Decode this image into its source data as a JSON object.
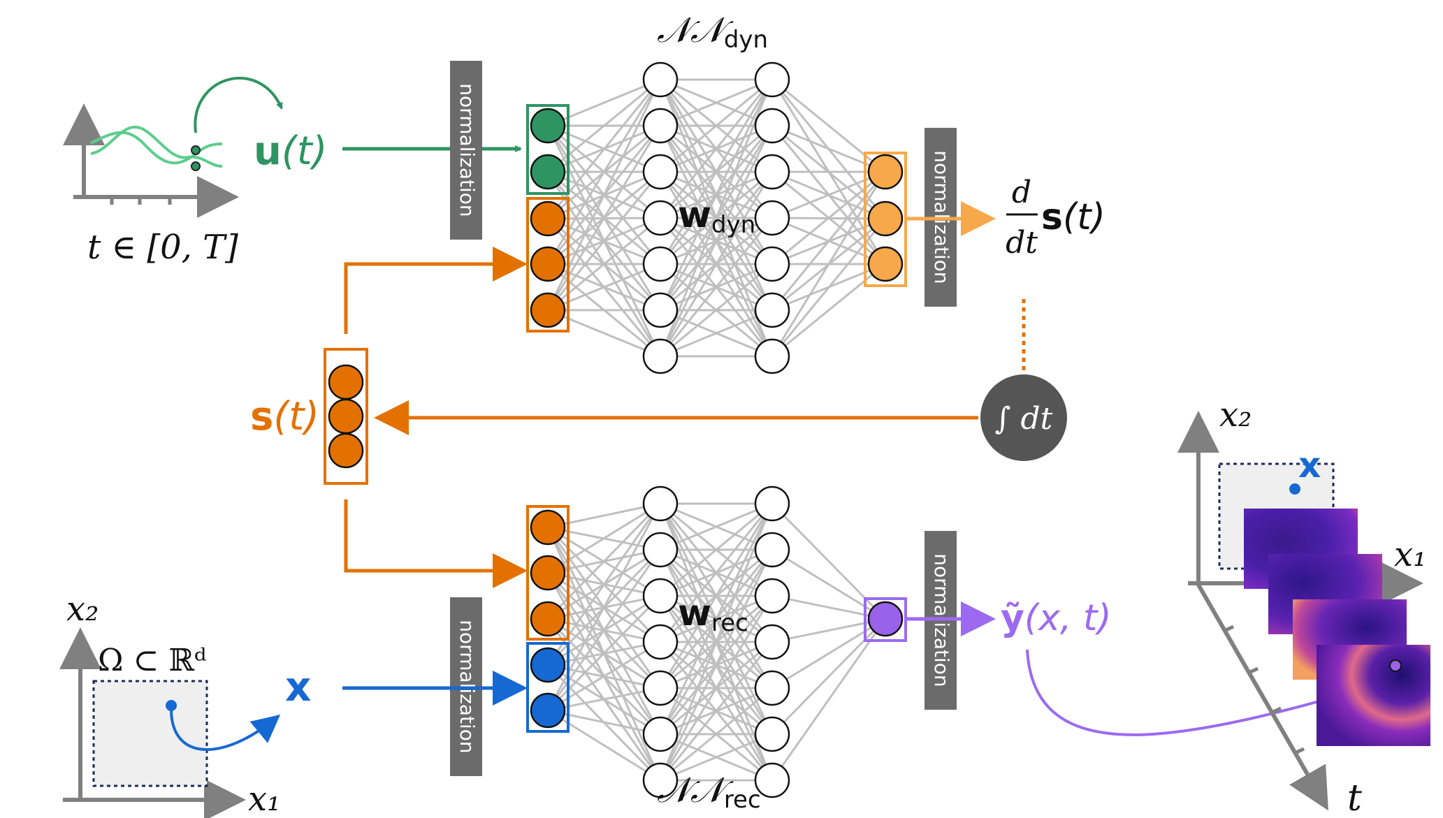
{
  "colors": {
    "green": "#2e9461",
    "green_light": "#5ccd8c",
    "orange": "#e37100",
    "orange_light": "#f7a84a",
    "blue": "#1669d2",
    "purple": "#9b6af0",
    "purple_fill": "#9a62ea",
    "gray_conn": "#bfbfbf",
    "gray_bar": "#6b6b6b",
    "axis_gray": "#808080"
  },
  "labels": {
    "nn_dyn_cal": "𝒩𝒩",
    "nn_dyn_sub": "dyn",
    "nn_rec_cal": "𝒩𝒩",
    "nn_rec_sub": "rec",
    "w_dyn_main": "w",
    "w_dyn_sub": "dyn",
    "w_rec_main": "w",
    "w_rec_sub": "rec",
    "normalization": "normalization",
    "u_bold": "u",
    "u_arg": "(t)",
    "t_domain": "t ∈ [0, T]",
    "s_bold": "s",
    "s_arg": "(t)",
    "ds_d": "d",
    "ds_dt": "dt",
    "ds_s": "s",
    "ds_arg": "(t)",
    "integral": "∫ dt",
    "x_input": "x",
    "y_tilde": "ỹ",
    "y_arg": "(x, t)",
    "x2_left": "x₂",
    "x1_left": "x₁",
    "omega": "Ω ⊂ ℝᵈ",
    "x2_right": "x₂",
    "x1_right": "x₁",
    "t_axis": "t",
    "x_point_right": "x"
  },
  "icons": [
    "integral-circle-icon",
    "arrow-right-icon",
    "arrow-left-icon"
  ]
}
